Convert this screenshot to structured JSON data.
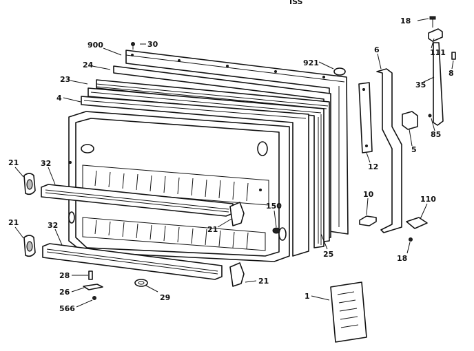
{
  "header_fragment": "ISS",
  "callouts": [
    {
      "key": "c18a",
      "text": "18"
    },
    {
      "key": "c900",
      "text": "900"
    },
    {
      "key": "c30",
      "text": "30"
    },
    {
      "key": "c111",
      "text": "111"
    },
    {
      "key": "c6",
      "text": "6"
    },
    {
      "key": "c921",
      "text": "921"
    },
    {
      "key": "c8",
      "text": "8"
    },
    {
      "key": "c24",
      "text": "24"
    },
    {
      "key": "c35",
      "text": "35"
    },
    {
      "key": "c23",
      "text": "23"
    },
    {
      "key": "c4",
      "text": "4"
    },
    {
      "key": "c85",
      "text": "85"
    },
    {
      "key": "c5",
      "text": "5"
    },
    {
      "key": "c21a",
      "text": "21"
    },
    {
      "key": "c32a",
      "text": "32"
    },
    {
      "key": "c12",
      "text": "12"
    },
    {
      "key": "c10",
      "text": "10"
    },
    {
      "key": "c110",
      "text": "110"
    },
    {
      "key": "c150",
      "text": "150"
    },
    {
      "key": "c21b",
      "text": "21"
    },
    {
      "key": "c21c",
      "text": "21"
    },
    {
      "key": "c32b",
      "text": "32"
    },
    {
      "key": "c25",
      "text": "25"
    },
    {
      "key": "c18b",
      "text": "18"
    },
    {
      "key": "c28",
      "text": "28"
    },
    {
      "key": "c21d",
      "text": "21"
    },
    {
      "key": "c29",
      "text": "29"
    },
    {
      "key": "c26",
      "text": "26"
    },
    {
      "key": "c1",
      "text": "1"
    },
    {
      "key": "c566",
      "text": "566"
    }
  ],
  "colors": {
    "ink": "#111111",
    "paper": "#ffffff",
    "shade": "#bdbdbd"
  }
}
